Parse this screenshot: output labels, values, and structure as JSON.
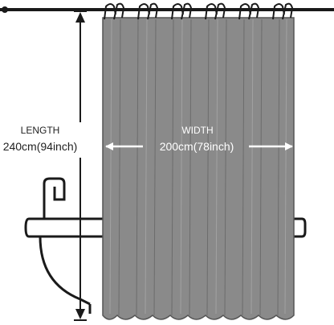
{
  "diagram": {
    "length": {
      "label": "LENGTH",
      "value": "240cm(94inch)"
    },
    "width": {
      "label": "WIDTH",
      "value": "200cm(78inch)"
    },
    "colors": {
      "curtain": "#8a8a8a",
      "curtain_edge": "#555555",
      "line": "#1a1a1a",
      "label_on_curtain": "#ffffff",
      "label_dark": "#222222"
    },
    "icons": [
      "shower-rod-icon",
      "curtain-hook-icon",
      "wall-hook-icon",
      "sink-icon",
      "dimension-arrow-icon"
    ]
  }
}
